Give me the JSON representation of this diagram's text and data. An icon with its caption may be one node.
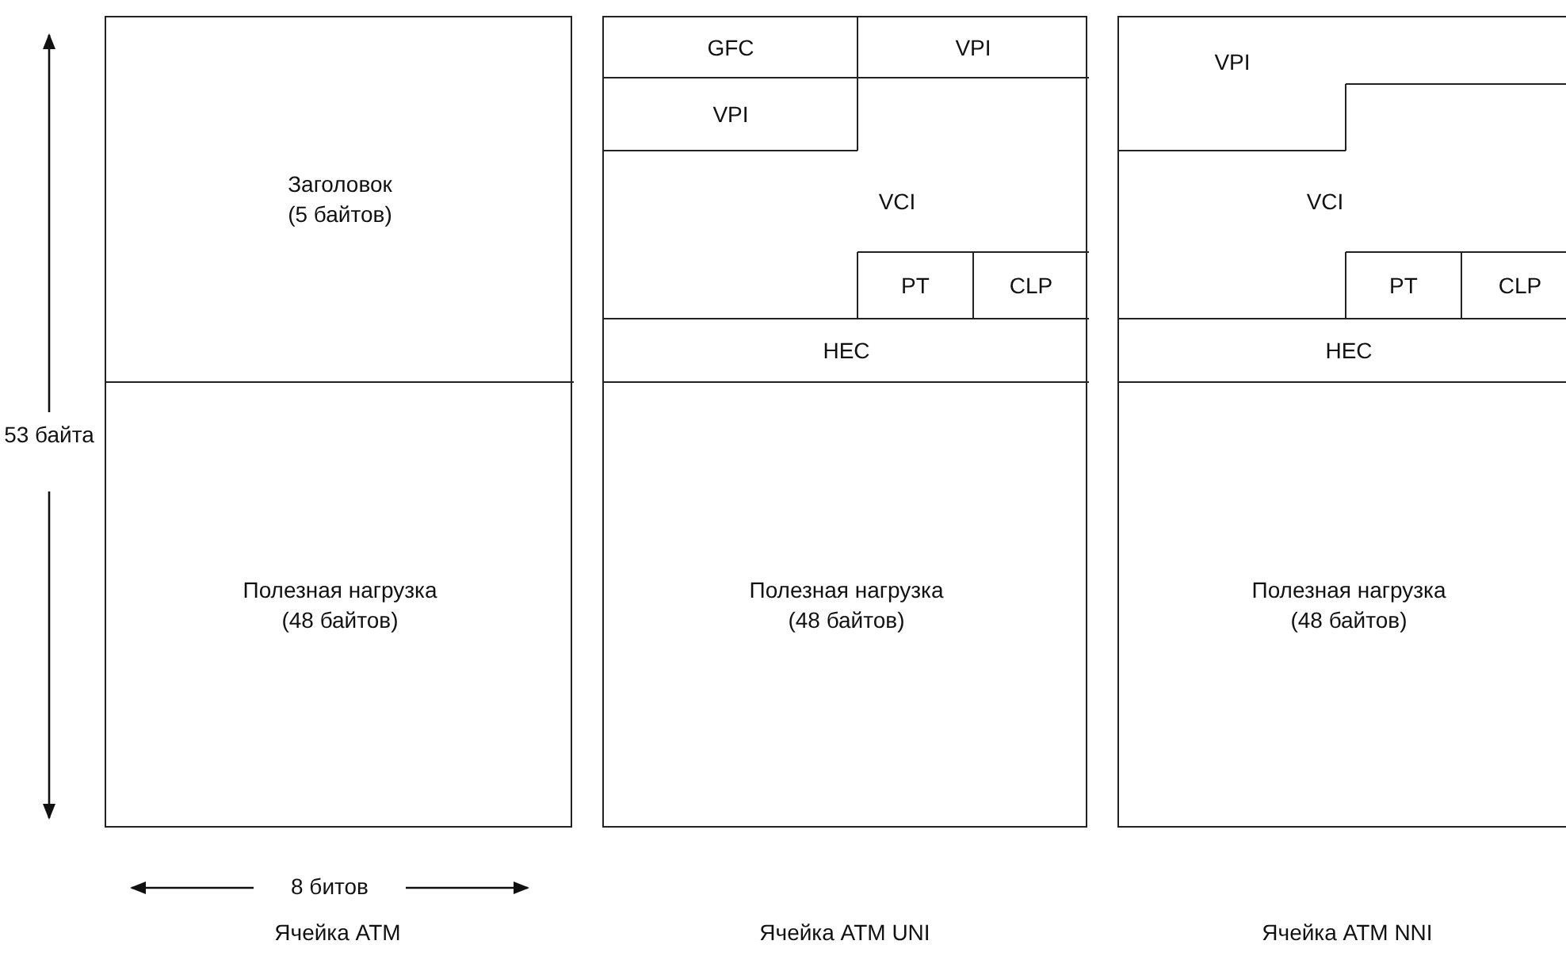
{
  "diagram": {
    "nodes": [
      {
        "text": [],
        "shape": "box"
      },
      {
        "text": [
          "Заголовок (5 байтов)"
        ],
        "in": 0
      },
      {
        "text": [
          "Полезная нагрузка (48 байтов)"
        ],
        "in": 0
      },
      {
        "text": [],
        "shape": "box"
      },
      {
        "text": [
          "GFC"
        ],
        "in": 3
      },
      {
        "text": [
          "VPI"
        ],
        "in": 3
      },
      {
        "text": [
          "VPI"
        ],
        "in": 3
      },
      {
        "text": [
          "VCI"
        ],
        "in": 3
      },
      {
        "text": [
          "PT"
        ],
        "in": 3
      },
      {
        "text": [
          "CLP"
        ],
        "in": 3
      },
      {
        "text": [
          "HEC"
        ],
        "in": 3
      },
      {
        "text": [
          "Полезная нагрузка (48 байтов)"
        ],
        "in": 3
      },
      {
        "text": [],
        "shape": "box"
      },
      {
        "text": [
          "VPI"
        ],
        "in": 12
      },
      {
        "text": [
          "VCI"
        ],
        "in": 12
      },
      {
        "text": [
          "PT"
        ],
        "in": 12
      },
      {
        "text": [
          "CLP"
        ],
        "in": 12
      },
      {
        "text": [
          "HEC"
        ],
        "in": 12
      },
      {
        "text": [
          "Полезная нагрузка (48 байтов)"
        ],
        "in": 12
      }
    ],
    "labels": [
      "53 байта",
      "8 битов",
      "Ячейка ATM",
      "Ячейка ATM UNI",
      "Ячейка ATM NNI"
    ]
  }
}
